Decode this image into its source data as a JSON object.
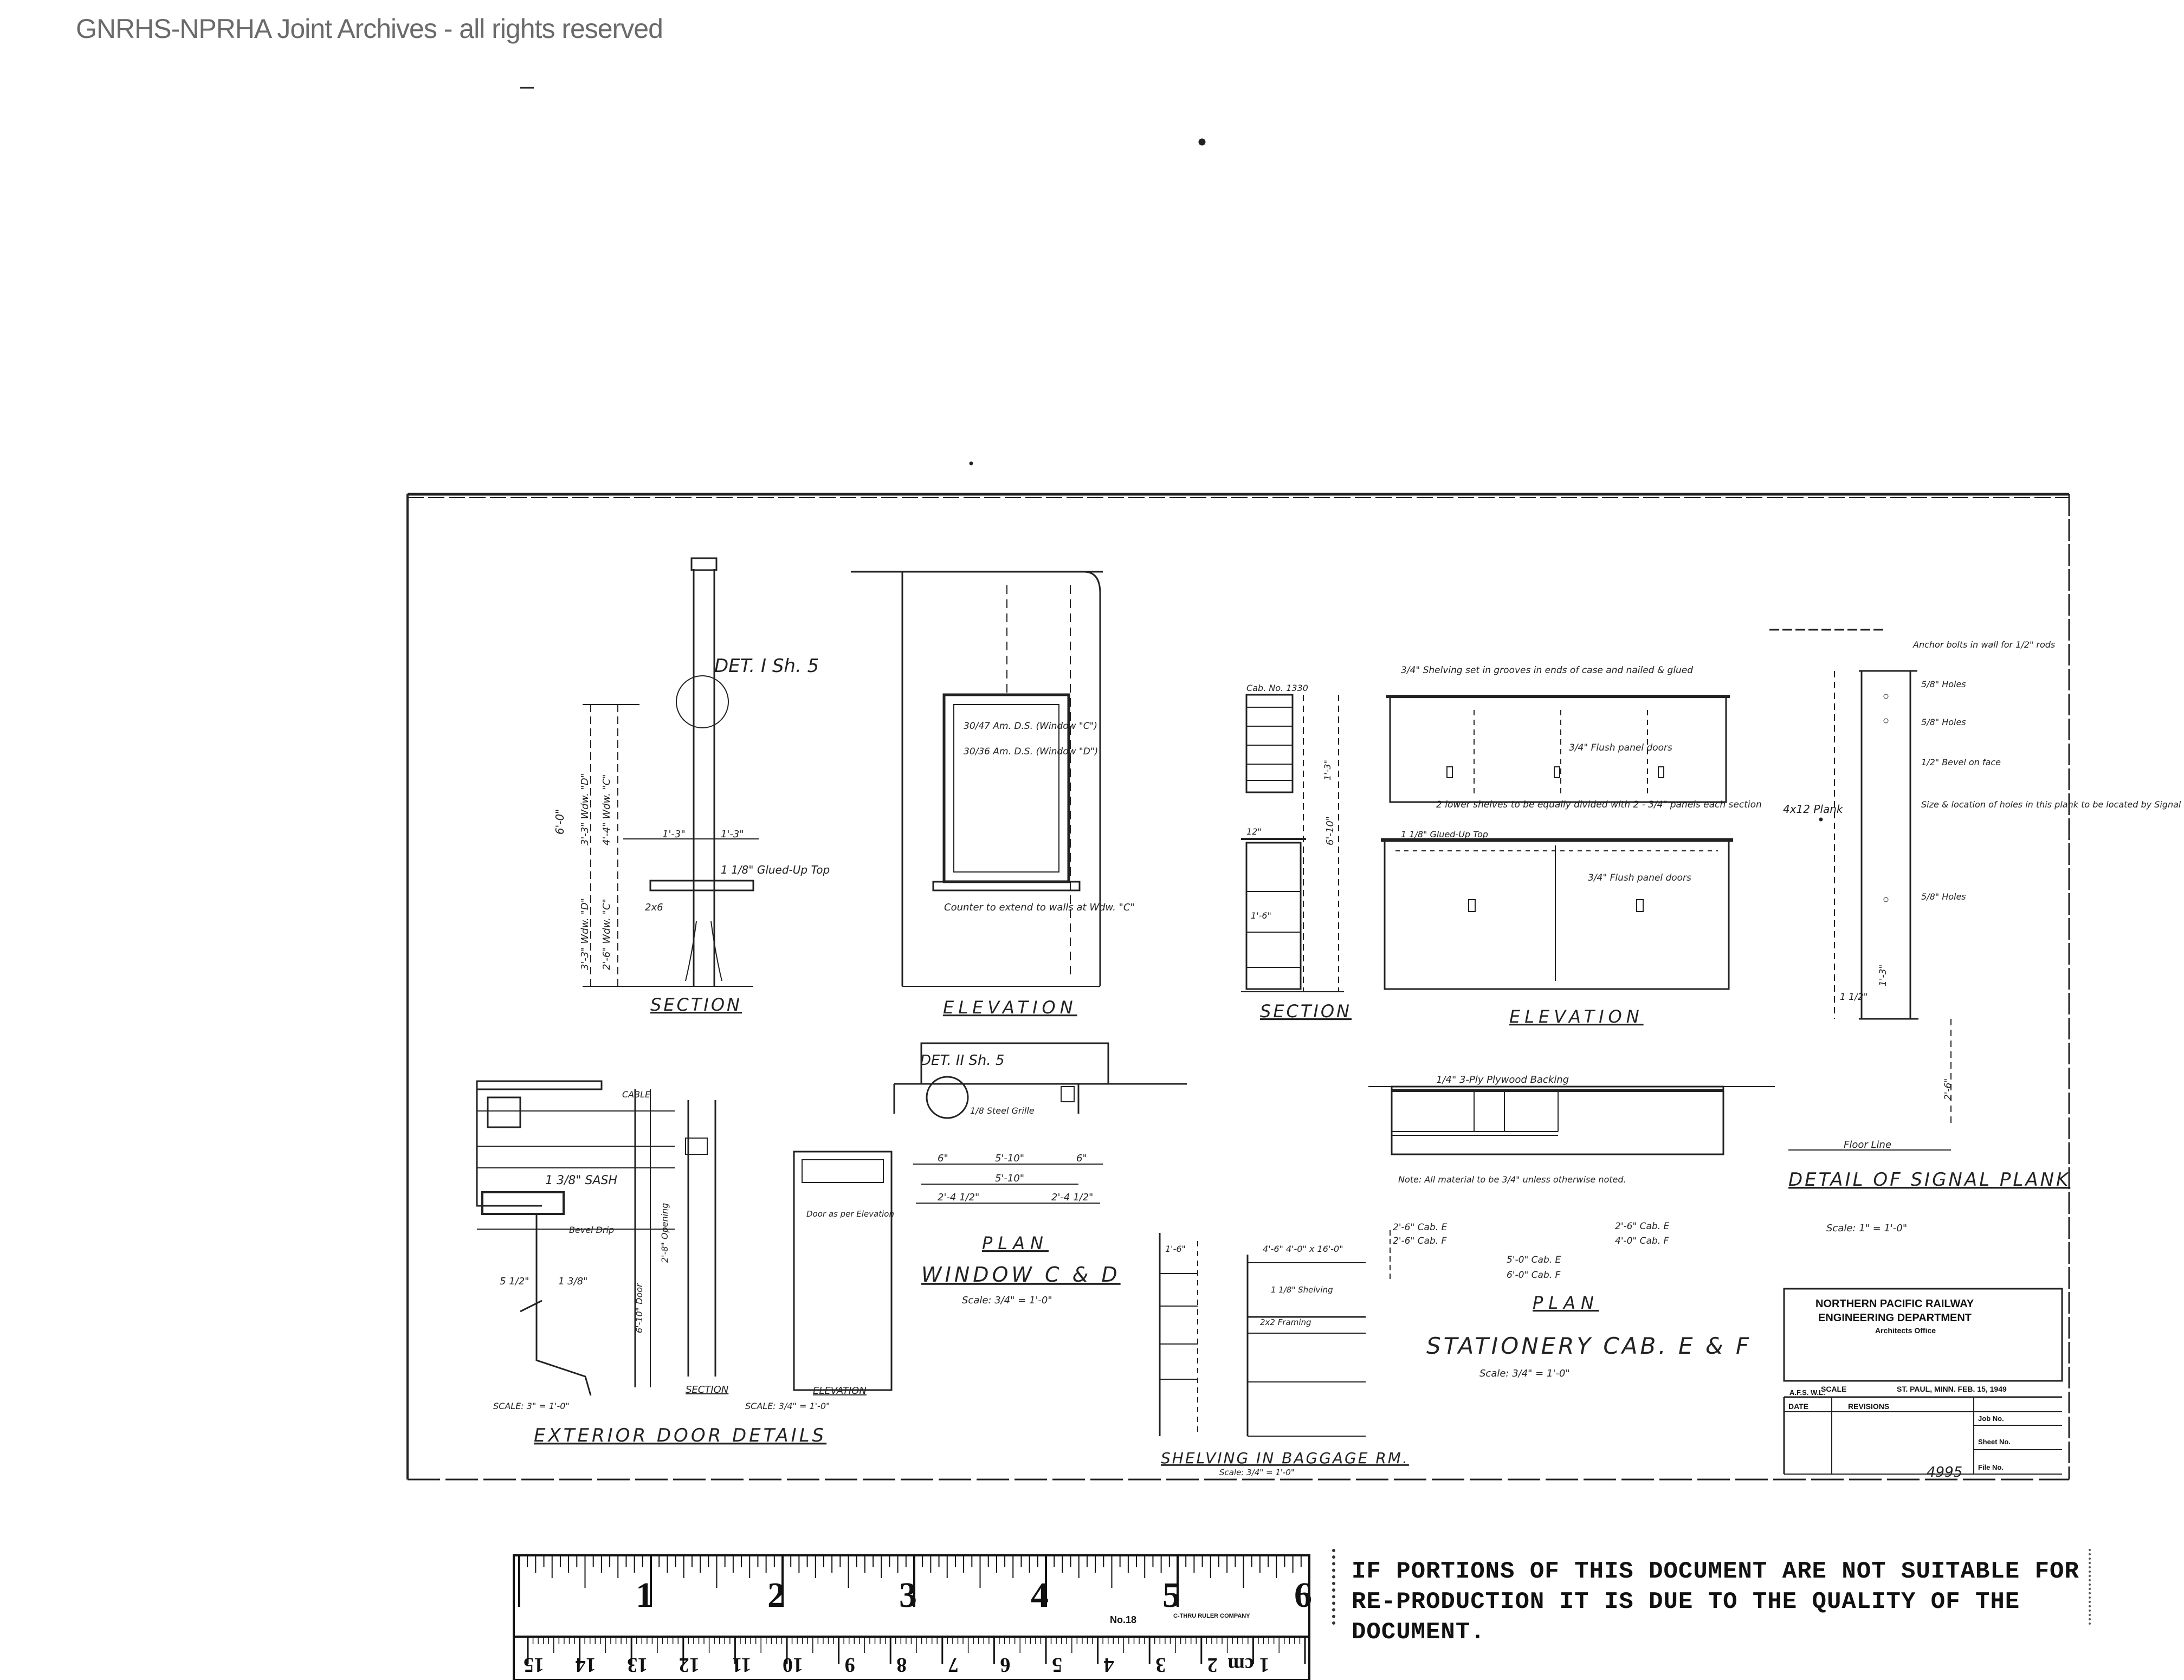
{
  "watermark": "GNRHS-NPRHA Joint Archives - all rights reserved",
  "window_details": {
    "section_title": "SECTION",
    "elevation_title": "ELEVATION",
    "det1": "DET. I Sh. 5",
    "det2": "DET. II Sh. 5",
    "window_c": "30/47 Am. D.S. (Window \"C\")",
    "window_d": "30/36 Am. D.S. (Window \"D\")",
    "counter_note": "Counter to extend to walls at Wdw. \"C\"",
    "glued_top": "1 1/8\" Glued-Up Top",
    "steel_grille": "1/8 Steel Grille",
    "plan_title": "PLAN",
    "plan_subtitle": "WINDOW C & D",
    "plan_scale": "Scale: 3/4\" = 1'-0\"",
    "dims": [
      "6'-0\"",
      "3'-3\" Wdw. \"D\"",
      "4'-4\" Wdw. \"C\"",
      "3'-3\" Wdw. \"D\"",
      "2'-6\" Wdw. \"C\"",
      "1'-3\"",
      "1'-3\"",
      "2x6",
      "6\"",
      "5'-10\"",
      "6\"",
      "5'-10\"",
      "2'-4 1/2\"",
      "2'-4 1/2\""
    ]
  },
  "stationery": {
    "shelving_note": "3/4\" Shelving set in grooves in ends of case and nailed & glued",
    "flush_doors": "3/4\" Flush panel doors",
    "lower_shelves": "2 lower shelves to be equally divided with 2 - 3/4\" panels each section",
    "glued_top": "1 1/8\" Glued-Up Top",
    "flush_doors2": "3/4\" Flush panel doors",
    "cab_label": "Cab. No. 1330",
    "backing": "1/4\" 3-Ply Plywood Backing",
    "note": "Note: All material to be 3/4\" unless otherwise noted.",
    "cabinets": [
      "2'-6\" Cab. E",
      "2'-6\" Cab. F",
      "2'-6\" Cab. E",
      "4'-0\" Cab. F",
      "5'-0\" Cab. E",
      "6'-0\" Cab. F"
    ],
    "section_title": "SECTION",
    "elevation_title": "ELEVATION",
    "plan_title": "PLAN",
    "plan_subtitle": "STATIONERY CAB. E & F",
    "plan_scale": "Scale: 3/4\" = 1'-0\"",
    "dims": [
      "12\"",
      "1'-6\"",
      "6'-10\"",
      "1'-3\"",
      "1 1/8\" Glued-Up Top"
    ]
  },
  "signal_plank": {
    "notes": [
      "5/8\" Holes",
      "5/8\" Holes",
      "1/2\" Bevel on face",
      "Size & location of holes in this plank to be located by Signal Department",
      "5/8\" Holes"
    ],
    "top_note": "Anchor bolts in wall for 1/2\" rods",
    "plank": "4x12 Plank",
    "floor_line": "Floor Line",
    "title": "DETAIL OF SIGNAL PLANK",
    "scale": "Scale: 1\" = 1'-0\"",
    "dims": [
      "1'-3\"",
      "2'-6\"",
      "1 1/2\""
    ]
  },
  "door": {
    "cabinet_label": "CABLE",
    "sash": "1 3/8\" SASH",
    "drip": "Bevel Drip",
    "dims": [
      "5 1/2\"",
      "1 3/8\"",
      "6'-10\" Door",
      "2'-8\" Opening"
    ],
    "section": "SECTION",
    "elevation": "ELEVATION",
    "scale1": "SCALE: 3\" = 1'-0\"",
    "scale2": "SCALE: 3/4\" = 1'-0\"",
    "title": "EXTERIOR DOOR DETAILS",
    "small_label": "Door as per Elevation"
  },
  "baggage": {
    "title": "SHELVING IN BAGGAGE RM.",
    "scale": "Scale: 3/4\" = 1'-0\"",
    "notes": [
      "1 1/8\" Shelving",
      "2x2 Framing"
    ],
    "dims": [
      "1'-6\"",
      "4'-6\" 4'-0\" x 16'-0\""
    ]
  },
  "title_block": {
    "railway": "NORTHERN PACIFIC RAILWAY",
    "department": "ENGINEERING DEPARTMENT",
    "office": "Architects Office",
    "scale_label": "SCALE",
    "location": "ST. PAUL, MINN. FEB. 15, 1949",
    "date": "DATE",
    "revisions": "REVISIONS",
    "job_no": "Job No.",
    "sheet_no": "Sheet No.",
    "file_no": "File No.",
    "drawn": "A.F.S. W.L.",
    "drawing_number": "4995"
  },
  "ruler": {
    "inches": [
      "1",
      "2",
      "3",
      "4",
      "5",
      "6"
    ],
    "cm": [
      "1 cm",
      "2",
      "3",
      "4",
      "5",
      "6",
      "7",
      "8",
      "9",
      "10",
      "11",
      "12",
      "13",
      "14",
      "15"
    ],
    "model": "No.18",
    "maker": "C-THRU RULER COMPANY"
  },
  "notice": "IF PORTIONS OF THIS DOCUMENT ARE NOT SUITABLE FOR RE-PRODUCTION IT IS DUE TO THE QUALITY OF THE DOCUMENT."
}
